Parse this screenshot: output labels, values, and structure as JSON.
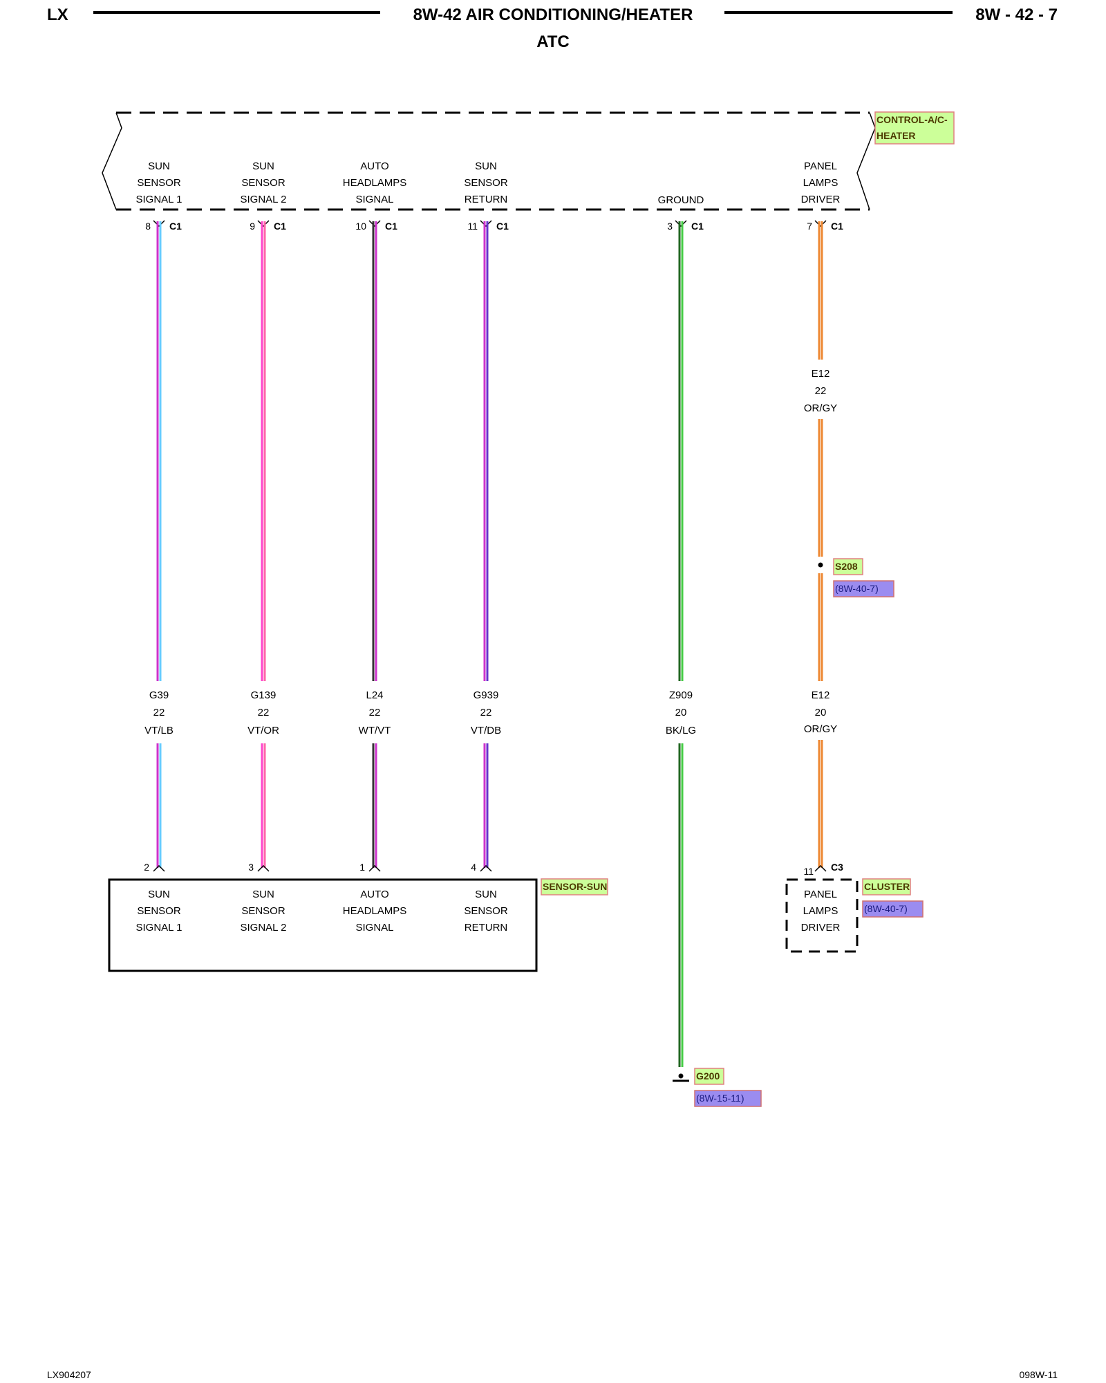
{
  "header": {
    "left": "LX",
    "title": "8W-42 AIR CONDITIONING/HEATER",
    "subtitle": "ATC",
    "page": "8W - 42 - 7"
  },
  "footer": {
    "left": "LX904207",
    "right": "098W-11"
  },
  "colors": {
    "tag_fill": "#ccff99",
    "tag_border": "#e08080",
    "ref_fill": "#9b8cf0",
    "ref_border": "#d07070"
  },
  "components": {
    "control": {
      "name_line1": "CONTROL-A/C-",
      "name_line2": "HEATER"
    },
    "sensor": {
      "name": "SENSOR-SUN"
    },
    "cluster": {
      "name": "CLUSTER",
      "ref": "(8W-40-7)"
    }
  },
  "circuits": [
    {
      "id": "sun-signal-1",
      "top_func": [
        "SUN",
        "SENSOR",
        "SIGNAL 1"
      ],
      "top_pin": "8",
      "top_conn": "C1",
      "wire": "G39",
      "gauge": "22",
      "color": "VT/LB",
      "bottom_pin": "2",
      "bottom_func": [
        "SUN",
        "SENSOR",
        "SIGNAL 1"
      ],
      "stripe": [
        "#cc33cc",
        "#66ccff"
      ]
    },
    {
      "id": "sun-signal-2",
      "top_func": [
        "SUN",
        "SENSOR",
        "SIGNAL 2"
      ],
      "top_pin": "9",
      "top_conn": "C1",
      "wire": "G139",
      "gauge": "22",
      "color": "VT/OR",
      "bottom_pin": "3",
      "bottom_func": [
        "SUN",
        "SENSOR",
        "SIGNAL 2"
      ],
      "stripe": [
        "#ff44cc",
        "#ff66aa"
      ]
    },
    {
      "id": "auto-headlamps",
      "top_func": [
        "AUTO",
        "HEADLAMPS",
        "SIGNAL"
      ],
      "top_pin": "10",
      "top_conn": "C1",
      "wire": "L24",
      "gauge": "22",
      "color": "WT/VT",
      "bottom_pin": "1",
      "bottom_func": [
        "AUTO",
        "HEADLAMPS",
        "SIGNAL"
      ],
      "stripe": [
        "#333333",
        "#cc33cc"
      ]
    },
    {
      "id": "sun-return",
      "top_func": [
        "SUN",
        "SENSOR",
        "RETURN"
      ],
      "top_pin": "11",
      "top_conn": "C1",
      "wire": "G939",
      "gauge": "22",
      "color": "VT/DB",
      "bottom_pin": "4",
      "bottom_func": [
        "SUN",
        "SENSOR",
        "RETURN"
      ],
      "stripe": [
        "#cc33cc",
        "#6633cc"
      ]
    }
  ],
  "ground": {
    "top_func": [
      "GROUND"
    ],
    "top_pin": "3",
    "top_conn": "C1",
    "wire": "Z909",
    "gauge": "20",
    "color": "BK/LG",
    "splice_name": "G200",
    "splice_ref": "(8W-15-11)",
    "stripe": [
      "#226622",
      "#44cc44"
    ]
  },
  "panel": {
    "top_func": [
      "PANEL",
      "LAMPS",
      "DRIVER"
    ],
    "top_pin": "7",
    "top_conn": "C1",
    "upper_wire": "E12",
    "upper_gauge": "22",
    "upper_color": "OR/GY",
    "splice_name": "S208",
    "splice_ref": "(8W-40-7)",
    "lower_wire": "E12",
    "lower_gauge": "20",
    "lower_color": "OR/GY",
    "bottom_pin": "11",
    "bottom_conn": "C3",
    "bottom_func": [
      "PANEL",
      "LAMPS",
      "DRIVER"
    ],
    "stripe": [
      "#ee8833",
      "#ee8833"
    ]
  }
}
